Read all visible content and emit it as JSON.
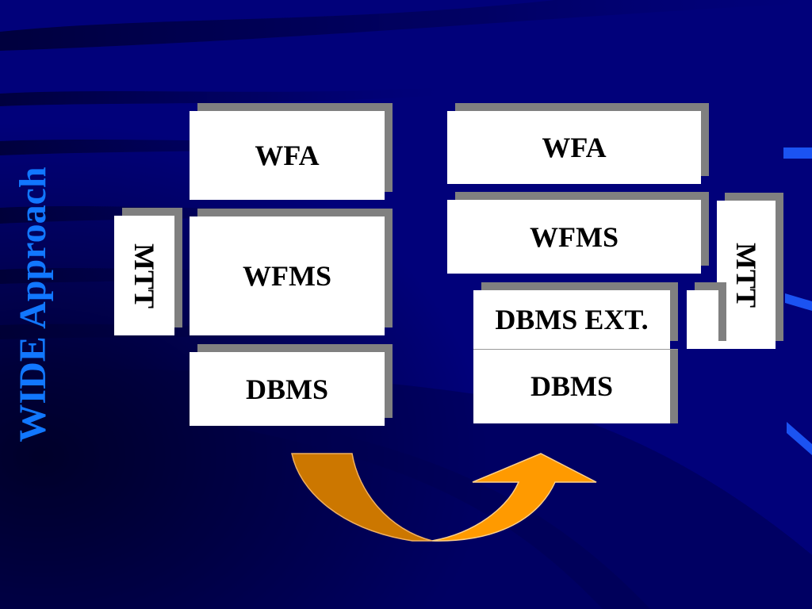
{
  "slide": {
    "title": "WIDE Approach",
    "colors": {
      "background": "#01017a",
      "title": "#1177ff",
      "box_fill": "#ffffff",
      "box_shadow": "#808080",
      "arrow_left": "#cc7700",
      "arrow_right": "#ff9a00"
    }
  },
  "left_stack": {
    "wfa": "WFA",
    "wfms": "WFMS",
    "dbms": "DBMS",
    "mtt": "MTT"
  },
  "right_stack": {
    "wfa": "WFA",
    "wfms": "WFMS",
    "dbms_ext": "DBMS EXT.",
    "dbms": "DBMS",
    "mtt": "MTT"
  },
  "transition_arrow": {
    "icon": "curved-arrow-icon"
  }
}
